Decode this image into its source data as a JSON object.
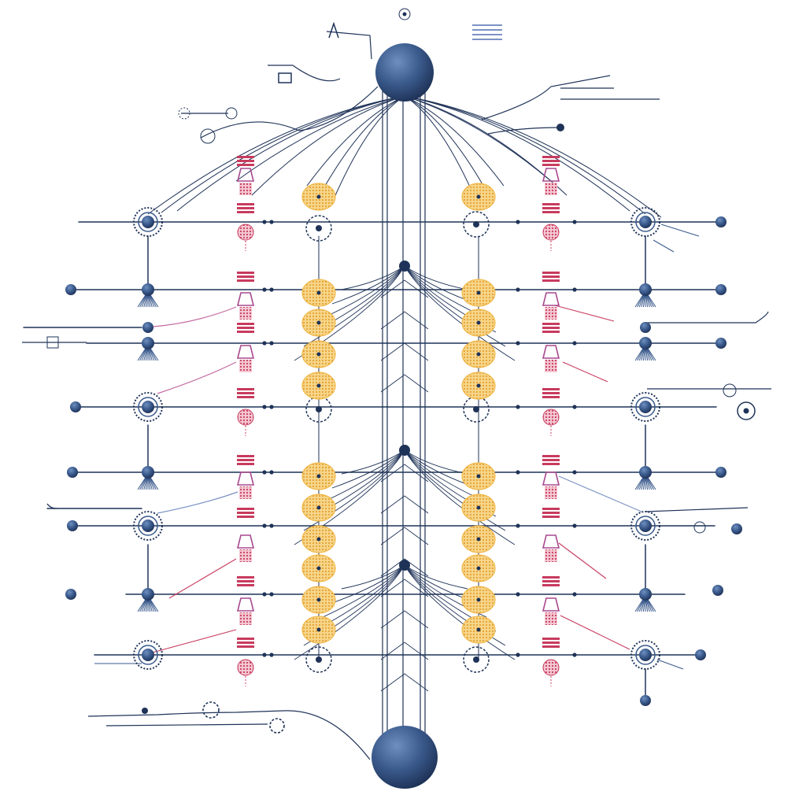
{
  "colors": {
    "background": "#ffffff",
    "navy": "#1f3358",
    "navy_light": "#3a5a8c",
    "sphere_highlight": "#6e8fc0",
    "sphere_shadow": "#233a63",
    "gold": "#f0b84a",
    "gold_light": "#f7d68a",
    "crimson": "#c83b5e",
    "magenta": "#a8498f",
    "pink_line": "#c46aa0",
    "slate_blue": "#7c92c4"
  },
  "icons": {
    "top_node": "sphere",
    "bottom_node": "sphere",
    "column_nodes": [
      "gear-ring",
      "filament-brush",
      "bar-stack",
      "tag-glyph",
      "gold-cluster"
    ]
  },
  "diagram": {
    "orientation": "vertical-symmetric",
    "has_text": false
  }
}
